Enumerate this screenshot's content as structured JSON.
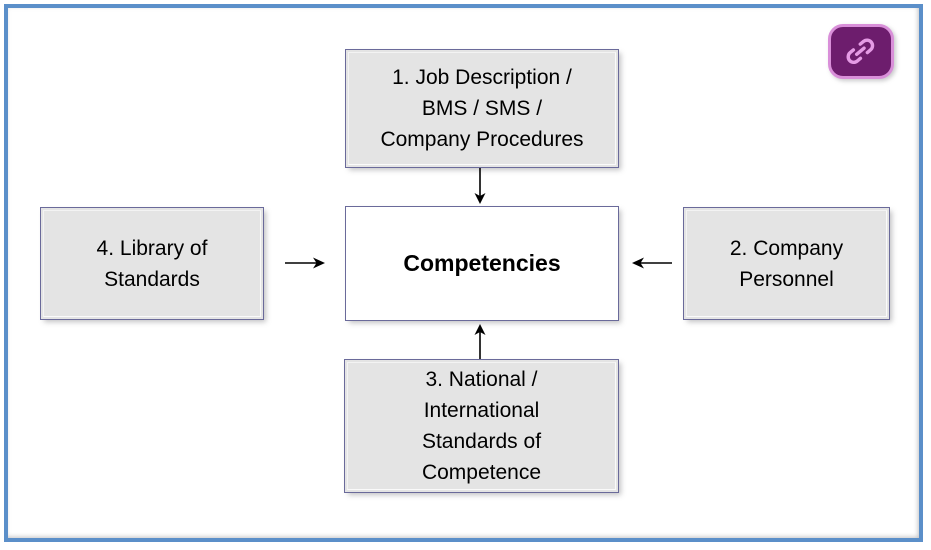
{
  "diagram": {
    "title": "Competencies inputs diagram",
    "frame_color": "#5B8FC9",
    "node_fill": "#E4E4E4",
    "node_border": "#6A6A9A",
    "center_fill": "#FFFFFF",
    "nodes": {
      "top": "1. Job Description /\nBMS  / SMS /\nCompany Procedures",
      "center": "Competencies",
      "bottom": "3. National /\nInternational\nStandards of\nCompetence",
      "left": "4. Library of\nStandards",
      "right": "2. Company\nPersonnel"
    },
    "arrows": [
      {
        "name": "top-to-center",
        "direction": "down"
      },
      {
        "name": "bottom-to-center",
        "direction": "up"
      },
      {
        "name": "left-to-center",
        "direction": "right"
      },
      {
        "name": "right-to-center",
        "direction": "left"
      }
    ]
  },
  "badge": {
    "icon": "link-icon",
    "background": "#6D1D6D",
    "border": "#D98FD9",
    "glyph_color": "#E59BE5"
  }
}
